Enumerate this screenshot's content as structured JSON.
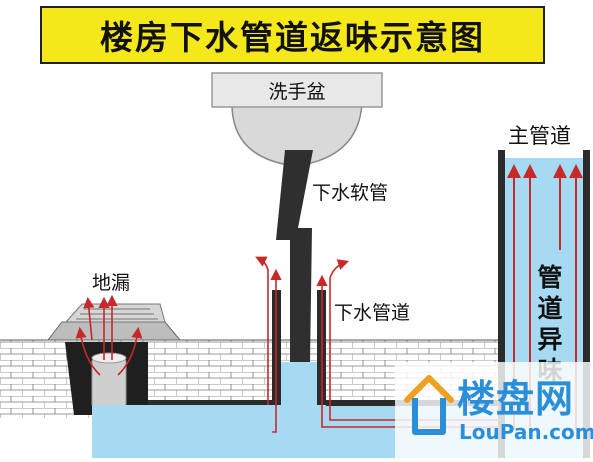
{
  "title": "楼房下水管道返味示意图",
  "labels": {
    "basin": "洗手盆",
    "hose": "下水软管",
    "drain_pipe": "下水管道",
    "floor_drain": "地漏",
    "main_pipe": "主管道",
    "odor_text": "管道异味"
  },
  "watermark": {
    "brand": "楼盘网",
    "url": "LouPan.com"
  },
  "colors": {
    "banner": "#f5e81a",
    "water": "#a6d9f2",
    "arrow": "#c82828",
    "pipe_dark": "#2b2b2b",
    "watermark": "#2a8fd8"
  }
}
